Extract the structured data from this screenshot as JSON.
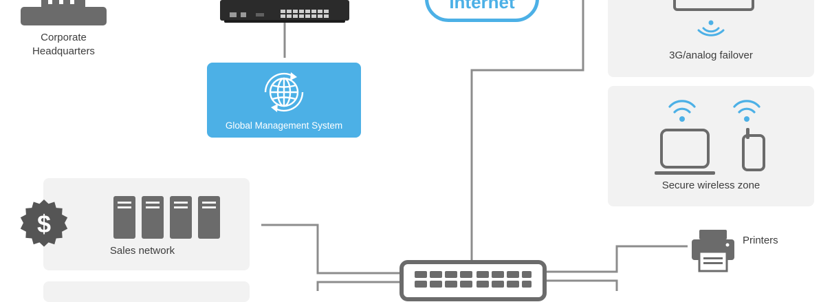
{
  "nodes": {
    "hq": {
      "label_line1": "Corporate",
      "label_line2": "Headquarters"
    },
    "gms": {
      "label": "Global Management System"
    },
    "internet": {
      "label": "Internet"
    },
    "failover": {
      "label": "3G/analog failover"
    },
    "wireless": {
      "label": "Secure wireless zone"
    },
    "sales": {
      "label": "Sales network"
    },
    "printers": {
      "label": "Printers"
    }
  },
  "colors": {
    "accent_blue": "#4cb0e6",
    "wire_gray": "#8c8c8c",
    "icon_dark": "#6b6b6b",
    "panel_bg": "#f2f2f2",
    "badge_dark": "#555555"
  }
}
